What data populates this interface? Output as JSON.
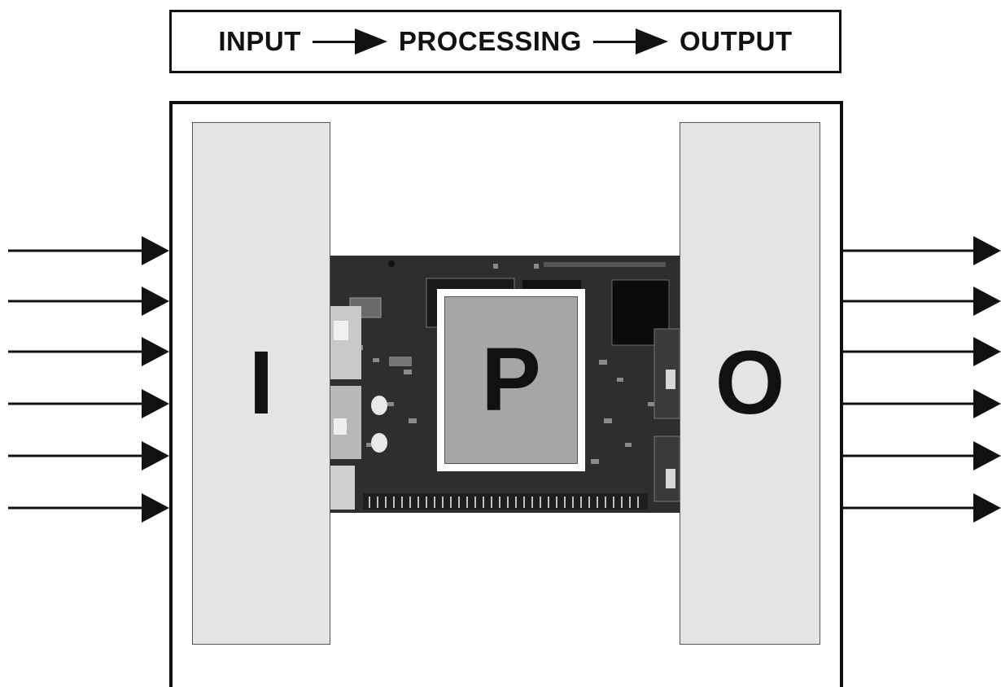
{
  "header": {
    "steps": [
      "INPUT",
      "PROCESSING",
      "OUTPUT"
    ]
  },
  "blocks": {
    "input_letter": "I",
    "processing_letter": "P",
    "output_letter": "O"
  },
  "input_arrow_count": 6,
  "output_arrow_count": 6,
  "colors": {
    "block_fill": "#e4e4e4",
    "processor_fill": "#a6a6a6",
    "board": "#2b2b2b",
    "stroke": "#111111"
  }
}
